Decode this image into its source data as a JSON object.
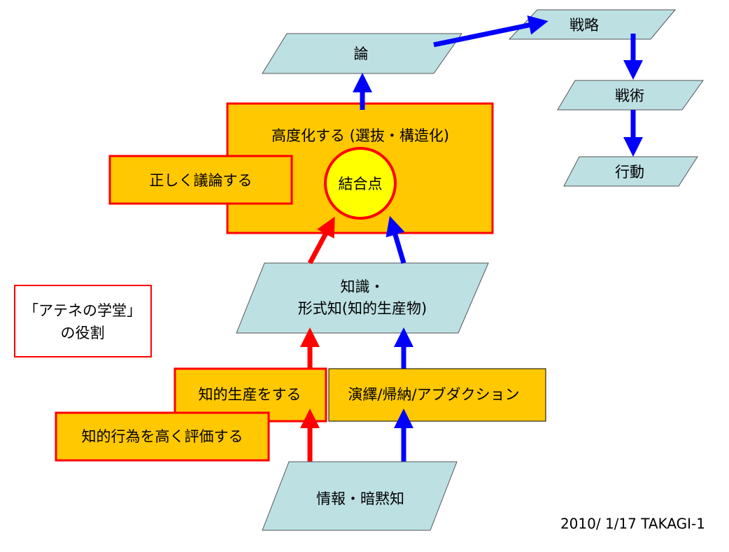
{
  "colors": {
    "orange": "#ffc800",
    "red": "#ff0000",
    "blue": "#0000ff",
    "cyan": "#bde0e3",
    "yellow": "#ffff00"
  },
  "nodes": {
    "ron": "論",
    "senryaku": "戦略",
    "senjutsu": "戦術",
    "koudou": "行動",
    "koudoka": "高度化する (選抜・構造化)",
    "ketsugouten": "結合点",
    "tadashiku": "正しく議論する",
    "chishiki_line1": "知識・",
    "chishiki_line2": "形式知(知的生産物)",
    "chiteki_seisan": "知的生産をする",
    "enneki": "演繹/帰納/アブダクション",
    "chiteki_koui": "知的行為を高く評価する",
    "jouhou": "情報・暗黙知",
    "athens_line1": "「アテネの学堂」",
    "athens_line2": "の役割"
  },
  "footer": "2010/ 1/17 TAKAGI-1"
}
